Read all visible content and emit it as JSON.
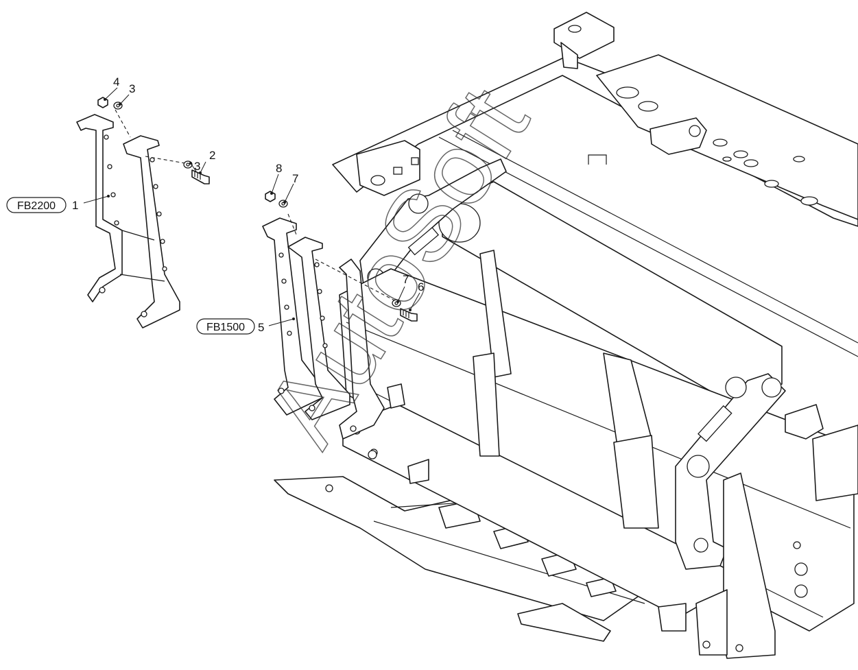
{
  "models": [
    {
      "code": "FB2200",
      "callout": "1"
    },
    {
      "code": "FB1500",
      "callout": "5"
    }
  ],
  "callouts": {
    "bracket_fb2200": "1",
    "bolt_a": "2",
    "washer_a_top": "3",
    "washer_a_side": "3",
    "nut_a": "4",
    "bracket_fb1500": "5",
    "bolt_b": "6",
    "washer_b_side": "7",
    "washer_b_top": "7",
    "nut_b": "8"
  },
  "watermark": "AutoSoft",
  "colors": {
    "line": "#1a1a1a",
    "background": "#ffffff"
  }
}
